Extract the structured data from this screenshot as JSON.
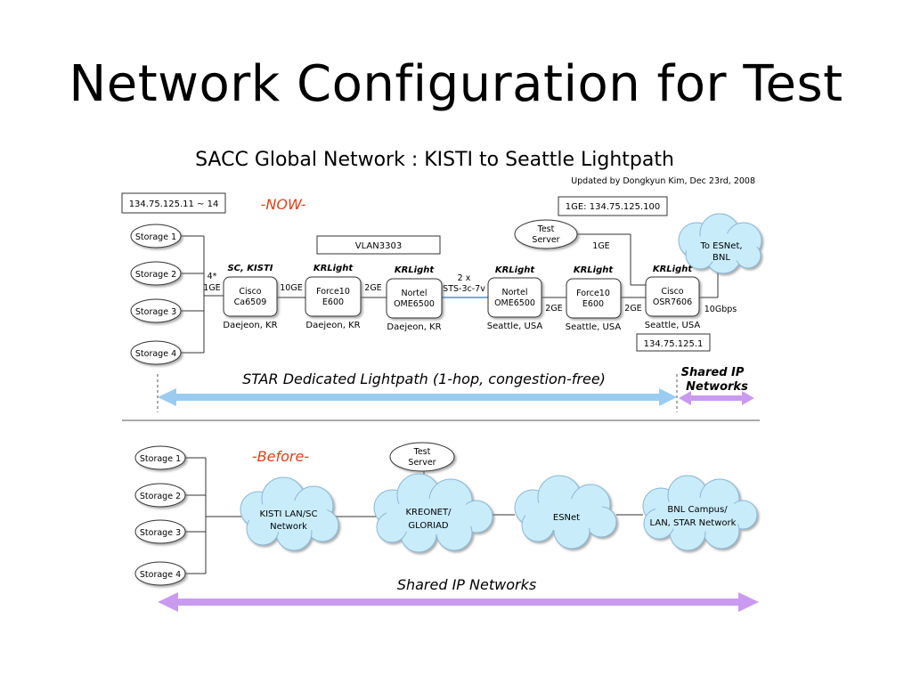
{
  "title": "Network Configuration for Test",
  "diagram": {
    "heading": "SACC Global Network : KISTI to Seattle Lightpath",
    "updated_by": "Updated by Dongkyun Kim, Dec 23rd, 2008",
    "now": {
      "tag": "-NOW-",
      "ip_range": "134.75.125.11 ~ 14",
      "vlan": "VLAN3303",
      "test_server_ip": "1GE: 134.75.125.100",
      "test_server": [
        "Test",
        "Server"
      ],
      "esnet": [
        "To ESNet,",
        "BNL"
      ],
      "storage": [
        "Storage 1",
        "Storage 2",
        "Storage 3",
        "Storage 4"
      ],
      "storage_link": [
        "4*",
        "1GE"
      ],
      "nodes": [
        {
          "org": "SC, KISTI",
          "name": [
            "Cisco",
            "Ca6509"
          ],
          "loc": "Daejeon, KR"
        },
        {
          "org": "KRLight",
          "name": [
            "Force10",
            "E600"
          ],
          "loc": "Daejeon, KR"
        },
        {
          "org": "KRLight",
          "name": [
            "Nortel",
            "OME6500"
          ],
          "loc": "Daejeon, KR"
        },
        {
          "org": "KRLight",
          "name": [
            "Nortel",
            "OME6500"
          ],
          "loc": "Seattle, USA"
        },
        {
          "org": "KRLight",
          "name": [
            "Force10",
            "E600"
          ],
          "loc": "Seattle, USA"
        },
        {
          "org": "KRLight",
          "name": [
            "Cisco",
            "OSR7606"
          ],
          "loc": "Seattle, USA"
        }
      ],
      "links": {
        "l1": "10GE",
        "l2": "2GE",
        "l3": [
          "2 x",
          "STS-3c-7v"
        ],
        "l4": "2GE",
        "l5": "2GE",
        "test_link": "1GE",
        "esnet_link": "10Gbps"
      },
      "router_ip": "134.75.125.1",
      "lightpath_label": "STAR Dedicated Lightpath (1-hop, congestion-free)",
      "shared_label": [
        "Shared IP",
        "Networks"
      ]
    },
    "before": {
      "tag": "-Before-",
      "storage": [
        "Storage 1",
        "Storage 2",
        "Storage 3",
        "Storage 4"
      ],
      "test_server": [
        "Test",
        "Server"
      ],
      "clouds": [
        [
          "KISTI LAN/SC",
          "Network"
        ],
        [
          "KREONET/",
          "GLORIAD"
        ],
        [
          "ESNet"
        ],
        [
          "BNL Campus/",
          "LAN, STAR Network"
        ]
      ],
      "shared_label": "Shared IP Networks"
    },
    "colors": {
      "lightpath_arrow": "#99ccf0",
      "shared_arrow": "#c99af0",
      "tag": "#e0401a",
      "cloud": "#c9ecfb"
    }
  }
}
